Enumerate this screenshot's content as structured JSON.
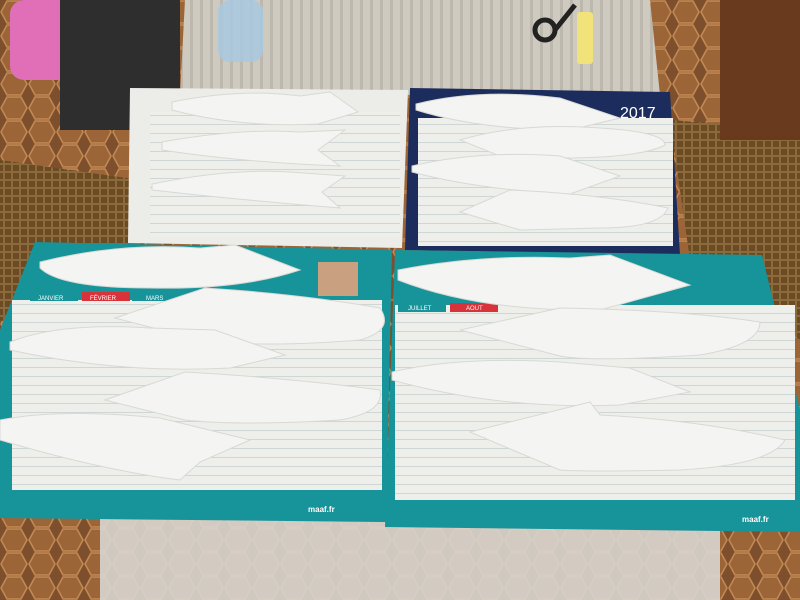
{
  "photo": {
    "year_label": "2017",
    "brand_left": "maaf.fr",
    "brand_right": "maaf.fr",
    "months_left": [
      "JANVIER",
      "FÉVRIER",
      "MARS"
    ],
    "months_right": [
      "JUILLET",
      "AOUT"
    ]
  },
  "colors": {
    "floor": "#8a5a34",
    "tile_line": "#c48a55",
    "tablecloth": "#cfcac0",
    "teal": "#17939a",
    "navy": "#1c2c5c",
    "paper": "#f2f2f0",
    "red_header": "#d8323a"
  }
}
